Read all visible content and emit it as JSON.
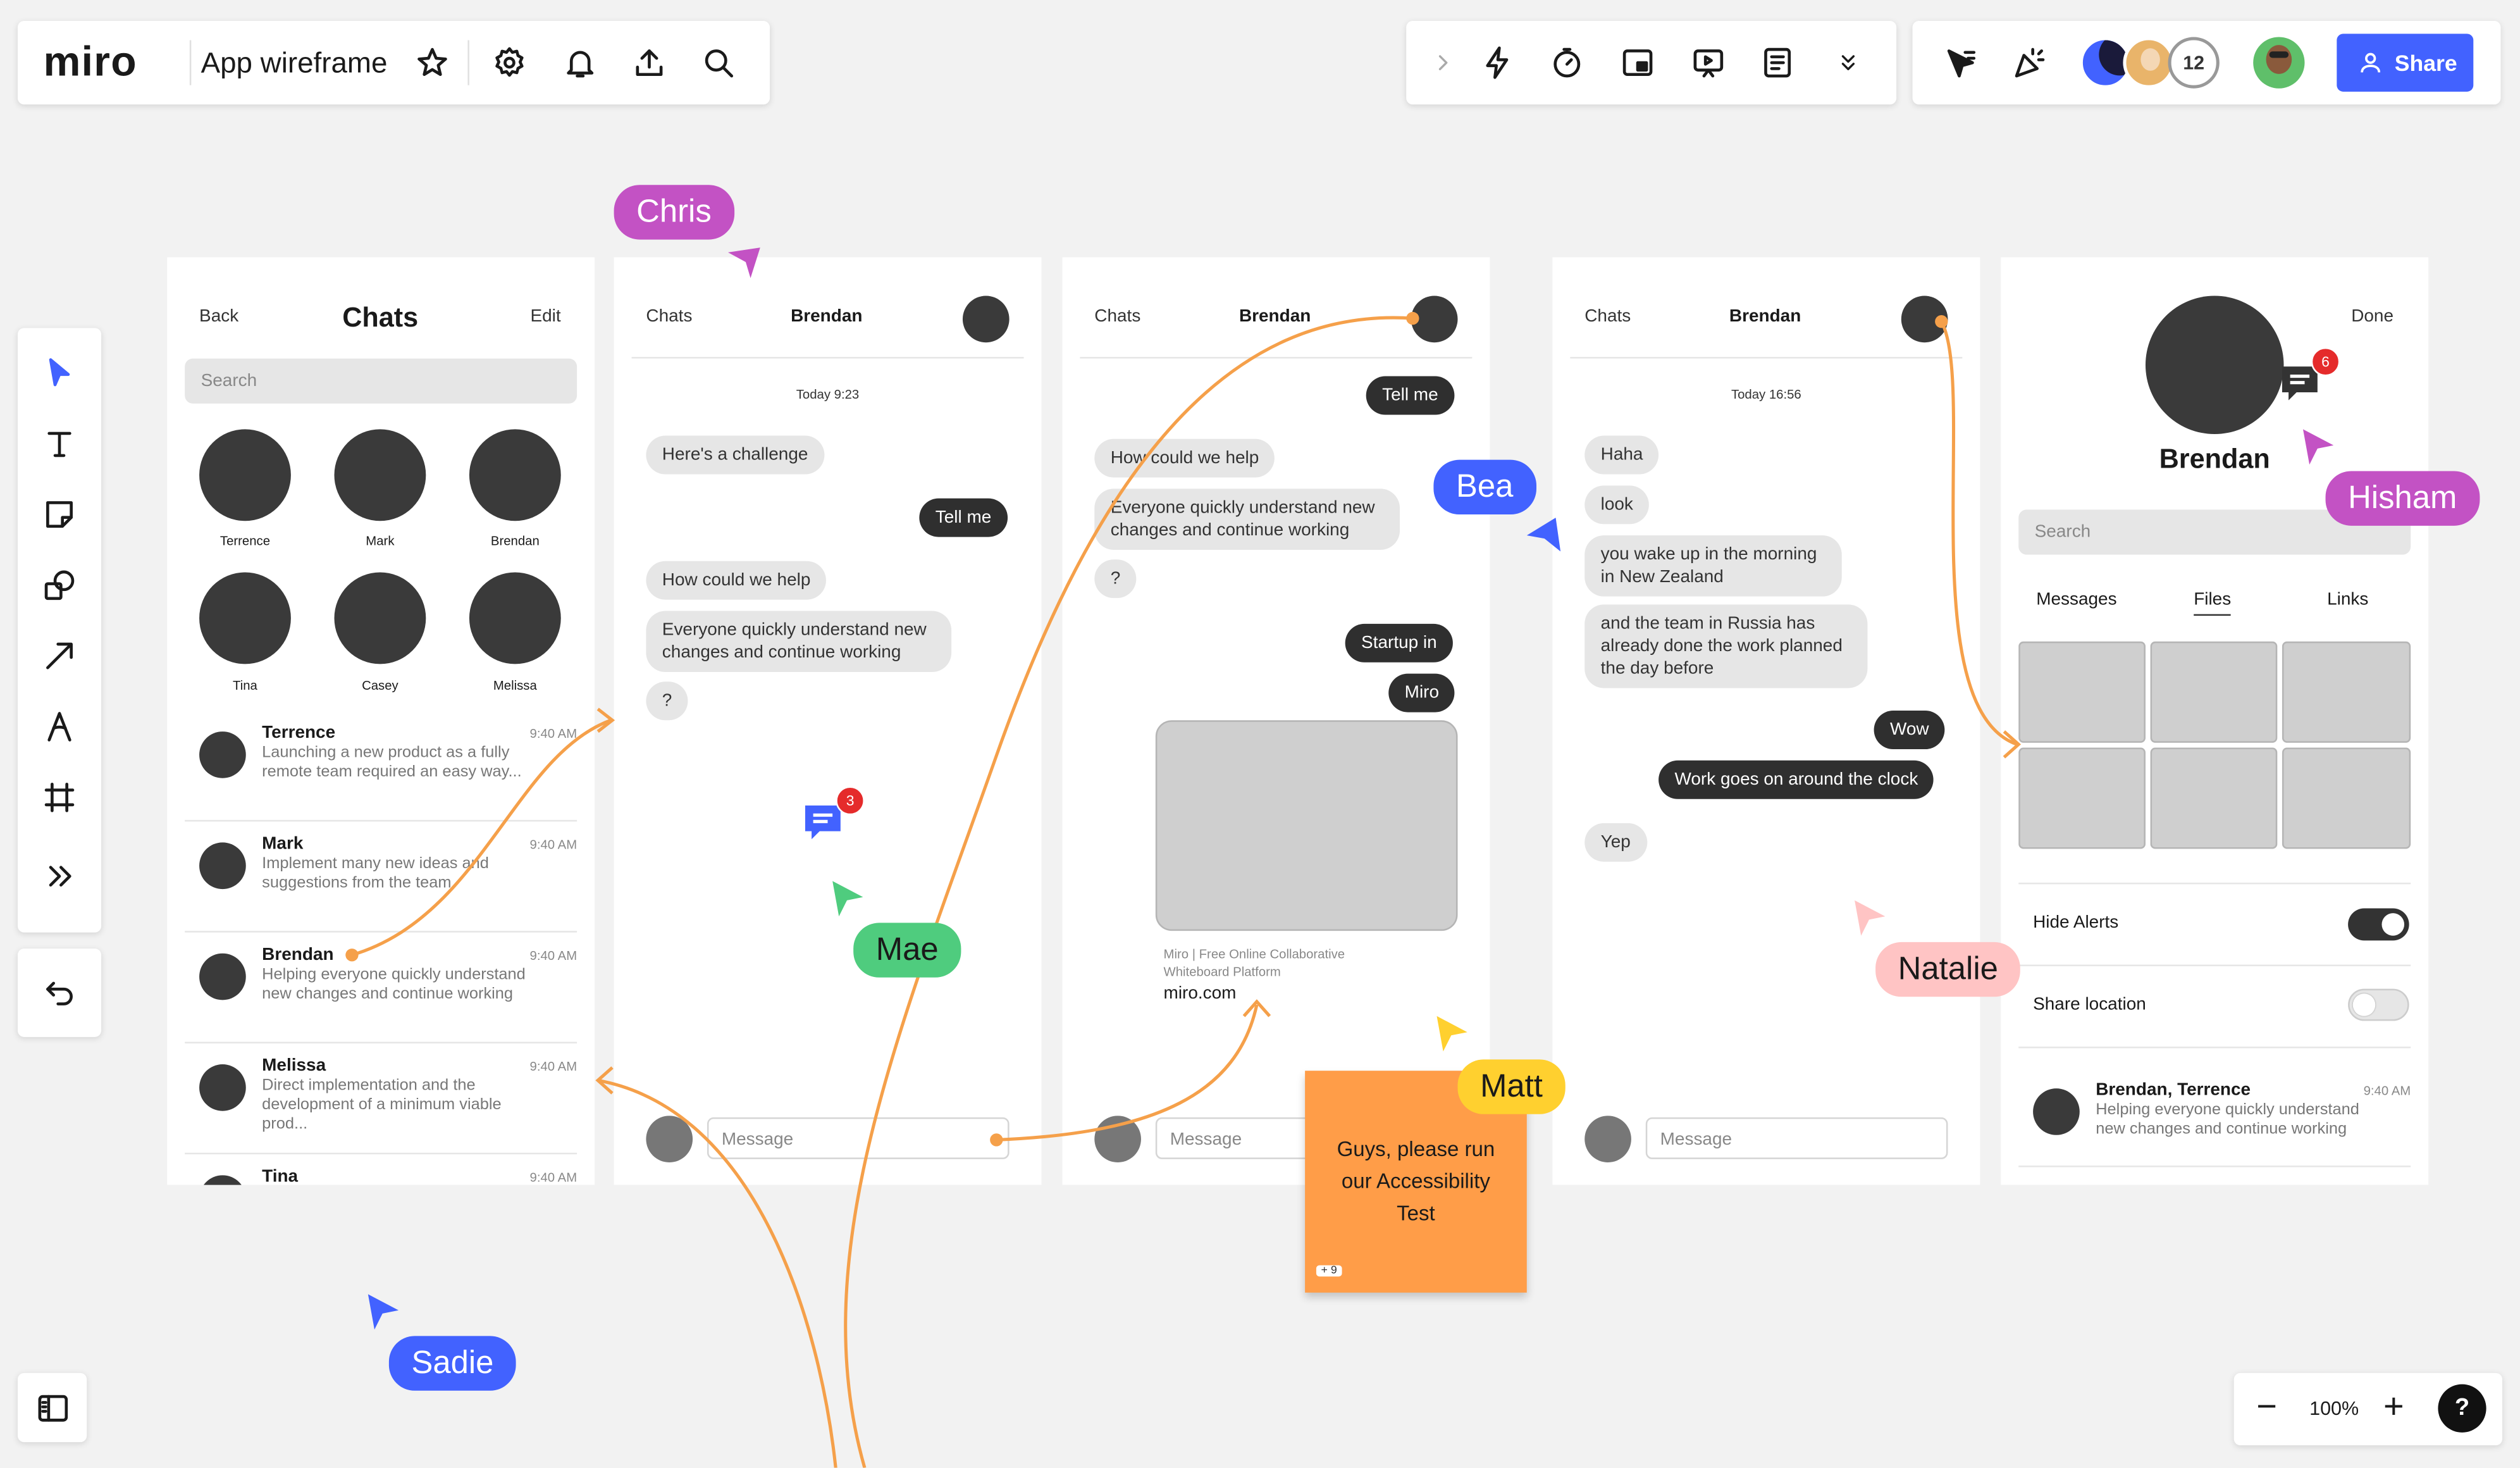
{
  "app": {
    "logo": "miro",
    "board_title": "App wireframe"
  },
  "top_right": {
    "collaborator_count": "12",
    "share_label": "Share"
  },
  "zoom": {
    "level": "100%",
    "minus": "−",
    "plus": "+",
    "help": "?"
  },
  "frame1": {
    "back": "Back",
    "title": "Chats",
    "edit": "Edit",
    "search": "Search",
    "contacts": [
      "Terrence",
      "Mark",
      "Brendan",
      "Tina",
      "Casey",
      "Melissa"
    ],
    "chats": [
      {
        "name": "Terrence",
        "time": "9:40 AM",
        "text": "Launching a new product as a fully remote team required an easy way..."
      },
      {
        "name": "Mark",
        "time": "9:40 AM",
        "text": "Implement many new ideas and suggestions from the team"
      },
      {
        "name": "Brendan",
        "time": "9:40 AM",
        "text": "Helping everyone quickly understand new changes and continue working"
      },
      {
        "name": "Melissa",
        "time": "9:40 AM",
        "text": "Direct implementation and the development of a minimum viable prod..."
      },
      {
        "name": "Tina",
        "time": "9:40 AM",
        "text": ""
      }
    ]
  },
  "frame2": {
    "back": "Chats",
    "title": "Brendan",
    "date": "Today 9:23",
    "m1": "Here's a challenge",
    "m2": "Tell me",
    "m3": "How could we help",
    "m4": "Everyone quickly understand new changes and continue working",
    "m5": "?",
    "message_placeholder": "Message",
    "comment_count": "3"
  },
  "frame3": {
    "back": "Chats",
    "title": "Brendan",
    "m1": "Tell me",
    "m2": "How could we help",
    "m3": "Everyone quickly understand new changes and continue working",
    "m4": "?",
    "m5": "Startup in",
    "m6": "Miro",
    "link_desc": "Miro | Free Online Collaborative Whiteboard Platform",
    "link_url": "miro.com",
    "message_placeholder": "Message"
  },
  "frame4": {
    "back": "Chats",
    "title": "Brendan",
    "date": "Today 16:56",
    "m1": "Haha",
    "m2": "look",
    "m3": "you wake up in the morning in New Zealand",
    "m4": "and the team in Russia has already done the work planned the day before",
    "m5": "Wow",
    "m6": "Work goes on around the clock",
    "m7": "Yep",
    "message_placeholder": "Message"
  },
  "frame5": {
    "done": "Done",
    "name": "Brendan",
    "search": "Search",
    "comment_count": "6",
    "tabs": [
      "Messages",
      "Files",
      "Links"
    ],
    "hide_alerts": "Hide Alerts",
    "share_location": "Share location",
    "chat": {
      "name": "Brendan, Terrence",
      "time": "9:40 AM",
      "text": "Helping everyone quickly understand new changes and continue working"
    }
  },
  "sticky": {
    "text": "Guys, please run our Accessibility Test",
    "badge": "+ 9"
  },
  "cursors": [
    "Chris",
    "Bea",
    "Hisham",
    "Mae",
    "Natalie",
    "Matt",
    "Sadie"
  ],
  "colors": {
    "accent": "#4262ff",
    "connector": "#f5a04a",
    "sticky": "#ff9d48",
    "chris": "#c352c4",
    "bea": "#4262ff",
    "hisham": "#c352c4",
    "mae": "#4fcc7e",
    "natalie": "#ffc4c4",
    "matt": "#ffd02f",
    "sadie": "#4262ff"
  }
}
